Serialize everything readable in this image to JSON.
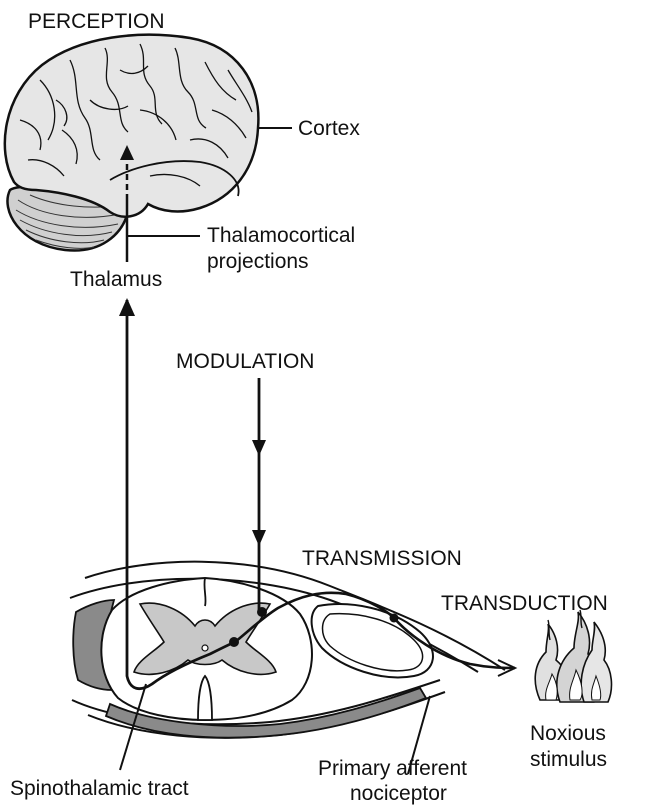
{
  "stages": {
    "perception": "PERCEPTION",
    "modulation": "MODULATION",
    "transmission": "TRANSMISSION",
    "transduction": "TRANSDUCTION"
  },
  "labels": {
    "cortex": "Cortex",
    "thalamocortical_1": "Thalamocortical",
    "thalamocortical_2": "projections",
    "thalamus": "Thalamus",
    "spinothalamic": "Spinothalamic tract",
    "primary_afferent_1": "Primary afferent",
    "primary_afferent_2": "nociceptor",
    "noxious_1": "Noxious",
    "noxious_2": "stimulus"
  },
  "colors": {
    "line": "#111111",
    "brain_fill": "#e6e6e6",
    "gray_matter": "#c8c8c8",
    "dark_gray": "#8a8a8a",
    "background": "#ffffff"
  }
}
